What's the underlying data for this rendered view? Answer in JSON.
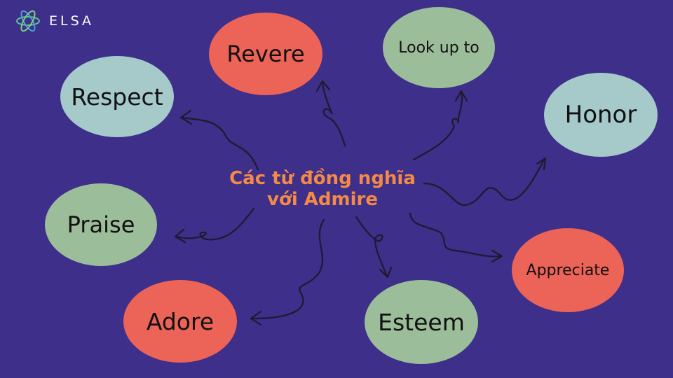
{
  "brand": {
    "name": "ELSA"
  },
  "center": {
    "line1": "Các từ đồng nghĩa",
    "line2": "với Admire"
  },
  "synonyms": {
    "revere": "Revere",
    "look_up_to": "Look up to",
    "respect": "Respect",
    "honor": "Honor",
    "praise": "Praise",
    "appreciate": "Appreciate",
    "adore": "Adore",
    "esteem": "Esteem"
  },
  "colors": {
    "background": "#3d2f8a",
    "title": "#f48a46",
    "red_bubble": "#ec6358",
    "green_bubble": "#9bbd99",
    "blue_bubble": "#a6c9c9",
    "arrow": "#1f1a2e"
  }
}
